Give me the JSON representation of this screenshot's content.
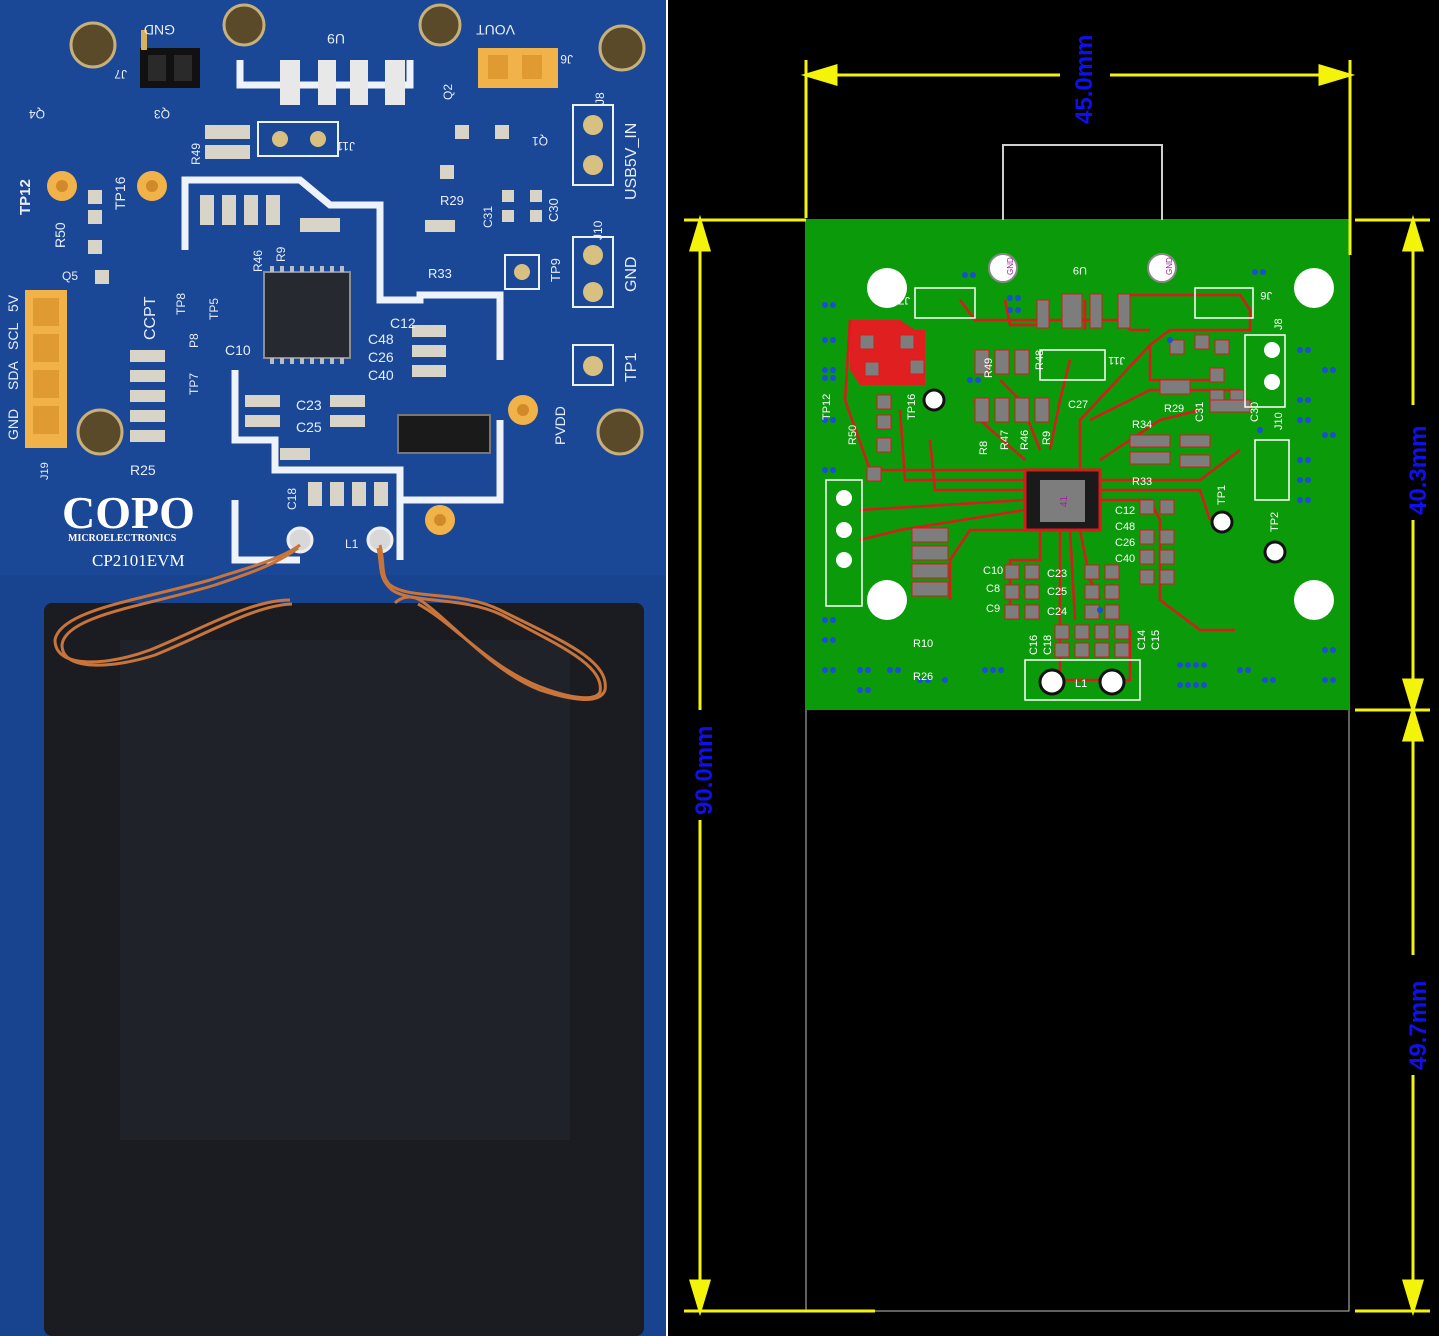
{
  "photo": {
    "brand_logo": "COPO",
    "brand_sub": "MICROELECTRONICS",
    "board_name": "CP2101EVM",
    "silkscreen": {
      "header_left_pins": [
        "GND",
        "SDA",
        "SCL",
        "5V"
      ],
      "gnd": "GND",
      "vout": "VOUT",
      "usb_in": "USB5V_IN",
      "gnd_right": "GND",
      "tp1": "TP1",
      "pvdd": "PVDD",
      "ccpt": "CCPT",
      "tp12": "TP12",
      "tp16": "TP16",
      "r50": "R50",
      "r25": "R25",
      "j19": "J19",
      "u9": "U9",
      "j7": "J7",
      "j6": "J6",
      "j8": "J8",
      "j10": "J10",
      "tp9": "TP9",
      "r29": "R29",
      "r33": "R33",
      "c48": "C48",
      "c26": "C26",
      "c40": "C40",
      "c12": "C12",
      "c10": "C10",
      "c23": "C23",
      "c25": "C25",
      "c18": "C18",
      "c30": "C30",
      "c31": "C31",
      "r49": "R49",
      "r46": "R46",
      "r9": "R9",
      "q1": "Q1",
      "q2": "Q2",
      "q3": "Q3",
      "q4": "Q4",
      "q5": "Q5",
      "l1": "L1",
      "j11": "J11",
      "tp5": "TP5",
      "tp7": "TP7",
      "p8": "P8",
      "tp8": "TP8"
    }
  },
  "layout": {
    "dims": {
      "width_top": "45.0mm",
      "height_left": "90.0mm",
      "height_right_top": "40.3mm",
      "height_right_bottom": "49.7mm"
    },
    "labels": {
      "u9": "U9",
      "j7": "J7",
      "j6": "J6",
      "j8": "J8",
      "j10": "J10",
      "j11": "J11",
      "tp12": "TP12",
      "tp16": "TP16",
      "tp1": "TP1",
      "tp2": "TP2",
      "r50": "R50",
      "r49": "R49",
      "r48": "R48",
      "r47": "R47",
      "r46": "R46",
      "r9": "R9",
      "r8": "R8",
      "r29": "R29",
      "r33": "R33",
      "r34": "R34",
      "r10": "R10",
      "r26": "R26",
      "c27": "C27",
      "c31": "C31",
      "c30": "C30",
      "c12": "C12",
      "c48": "C48",
      "c26": "C26",
      "c40": "C40",
      "c10": "C10",
      "c8": "C8",
      "c9": "C9",
      "c23": "C23",
      "c25": "C25",
      "c24": "C24",
      "c16": "C16",
      "c18": "C18",
      "c14": "C14",
      "c15": "C15",
      "l1": "L1",
      "gnd": "GND",
      "ic_pin": "41"
    }
  },
  "colors": {
    "pcb_blue": "#143f8a",
    "pcb_green": "#0a9a0a",
    "trace_red": "#d81b1b",
    "dimension_yellow": "#f4f40a",
    "dimension_text": "#1010ee",
    "header_orange": "#f2b24a",
    "coil_copper": "#c8743a",
    "ferrite_black": "#1a1c22"
  }
}
